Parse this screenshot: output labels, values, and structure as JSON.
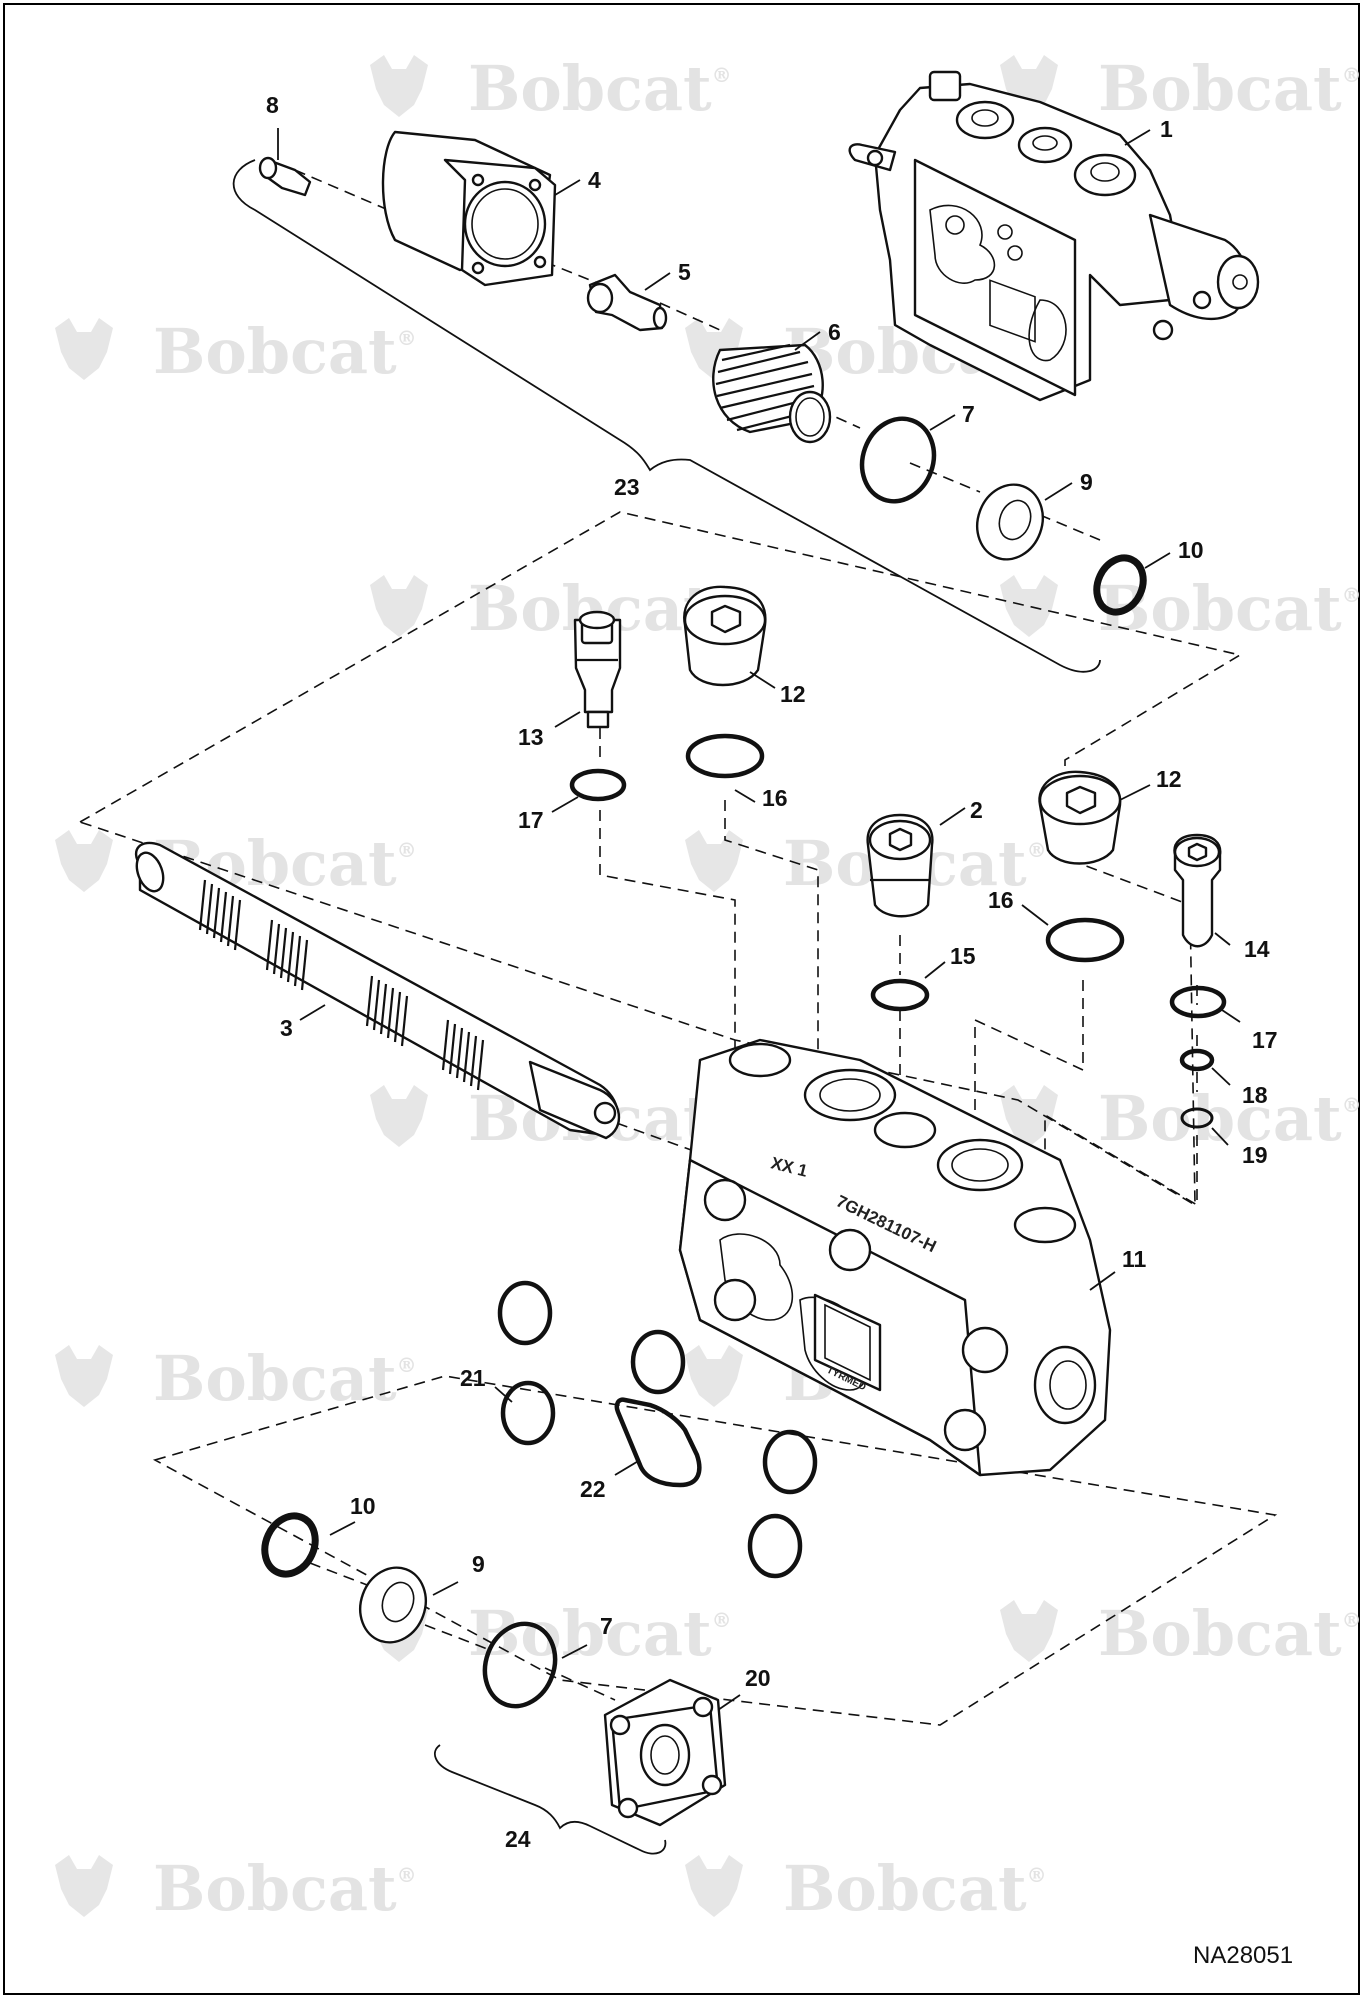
{
  "watermark": {
    "brand": "Bobcat",
    "mark": "®"
  },
  "figure_id": "NA28051",
  "stamps": {
    "section_mark": "XX 1",
    "part_number": "7GH281107-H",
    "logo": "TYRMED"
  },
  "callouts": {
    "c1": "1",
    "c2": "2",
    "c3": "3",
    "c4": "4",
    "c5": "5",
    "c6": "6",
    "c7a": "7",
    "c7b": "7",
    "c8": "8",
    "c9a": "9",
    "c9b": "9",
    "c10a": "10",
    "c10b": "10",
    "c11": "11",
    "c12a": "12",
    "c12b": "12",
    "c13": "13",
    "c14": "14",
    "c15": "15",
    "c16a": "16",
    "c16b": "16",
    "c17a": "17",
    "c17b": "17",
    "c18": "18",
    "c19": "19",
    "c20": "20",
    "c21": "21",
    "c22": "22",
    "c23": "23",
    "c24": "24"
  }
}
